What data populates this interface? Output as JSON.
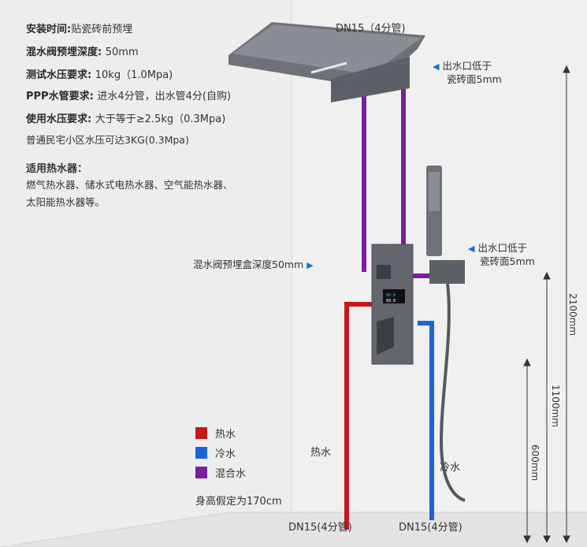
{
  "specs": [
    {
      "label": "安装时间",
      "value": "贴瓷砖前预埋",
      "sep": ":"
    },
    {
      "label": "混水阀预埋深度",
      "value": "50mm",
      "sep": ": "
    },
    {
      "label": "测试水压要求",
      "value": "10kg（1.0Mpa)",
      "sep": ": "
    },
    {
      "label": "PPP水管要求",
      "value": "进水4分管，出水管4分(自购)",
      "sep": ": "
    },
    {
      "label": "使用水压要求",
      "value": "大于等于≥2.5kg（0.3Mpa)",
      "sep": ": "
    }
  ],
  "note_pressure": "普通民宅小区水压可达3KG(0.3Mpa)",
  "heater_title": "适用热水器：",
  "heater_line1": "燃气热水器、储水式电热水器、空气能热水器、",
  "heater_line2": "太阳能热水器等。",
  "label_dn15_top": "DN15（4分管)",
  "label_outlet_top_1": "出水口低于",
  "label_outlet_top_2": "瓷砖面5mm",
  "label_outlet_mid_1": "出水口低于",
  "label_outlet_mid_2": "瓷砖面5mm",
  "label_box_depth": "混水阀预埋盒深度50mm",
  "label_hot_water": "热水",
  "label_cold_water": "冷水",
  "label_dn15_left": "DN15(4分管)",
  "label_dn15_right": "DN15(4分管)",
  "legend": [
    {
      "label": "热水",
      "color": "#c8161d"
    },
    {
      "label": "冷水",
      "color": "#1e62d8"
    },
    {
      "label": "混合水",
      "color": "#7a1fa0"
    }
  ],
  "height_assumption": "身高假定为170cm",
  "dim_2100": "2100mm",
  "dim_1100": "1100mm",
  "dim_600": "600mm",
  "colors": {
    "hot": "#c8161d",
    "cold": "#1e62d8",
    "mixed": "#7a1fa0",
    "metal": "#5d6066"
  }
}
